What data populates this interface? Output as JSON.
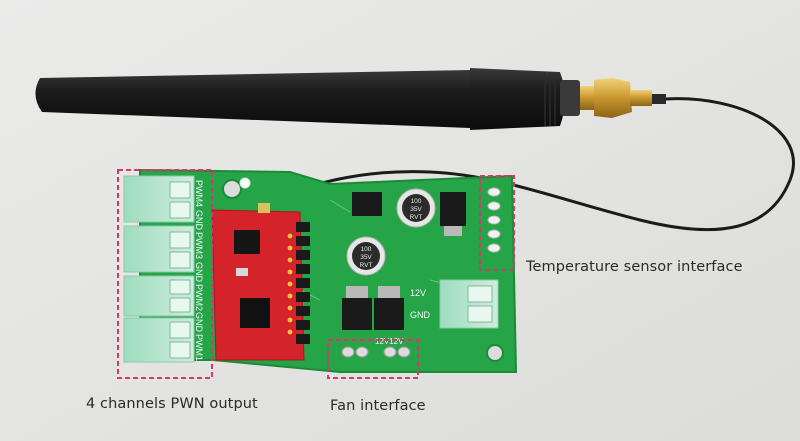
{
  "labels": {
    "pwm_output": "4 channels PWN output",
    "fan_interface": "Fan interface",
    "temp_sensor": "Temperature sensor interface"
  },
  "board_silkscreen": {
    "terminal_labels": [
      "PWM4",
      "GND",
      "PWM3",
      "GND",
      "PWM2",
      "GND",
      "PWM1"
    ],
    "cap_top": [
      "100",
      "35V",
      "RVT"
    ],
    "cap_mid": [
      "100",
      "35V",
      "RVT"
    ],
    "fan_pins": "12V12V",
    "power_12v": "12V",
    "power_gnd": "GND"
  },
  "colors": {
    "board": "#25a448",
    "module": "#d4232a",
    "callout_box": "#d6386a"
  }
}
